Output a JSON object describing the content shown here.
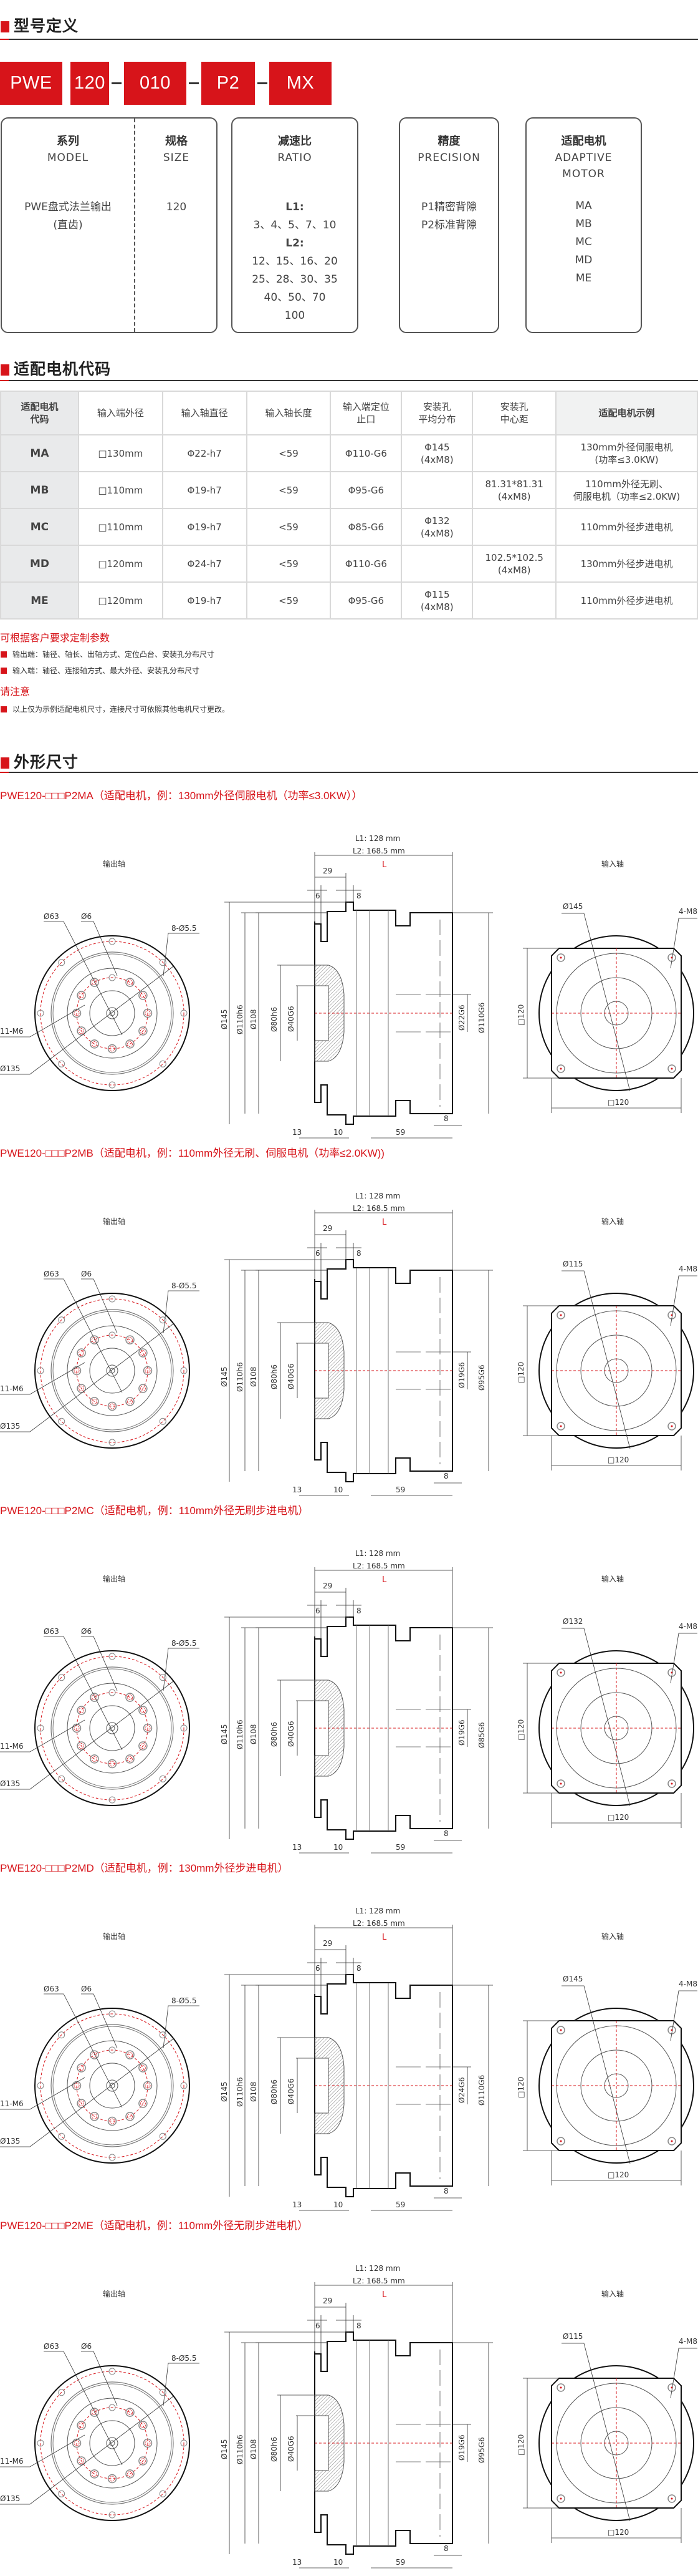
{
  "colors": {
    "accent": "#d7141a",
    "text": "#333333",
    "table_border": "#d9d9d9",
    "table_code_bg": "#e9eaeb"
  },
  "sections": {
    "model_definition": "型号定义",
    "motor_code": "适配电机代码",
    "dimensions": "外形尺寸"
  },
  "model_code": {
    "segments": [
      "PWE",
      "120",
      "010",
      "P2",
      "MX"
    ]
  },
  "definition_cards": [
    {
      "columns": [
        {
          "title_cn": "系列",
          "title_en": "MODEL",
          "lines": [
            "PWE盘式法兰输出",
            "(直齿)"
          ]
        },
        {
          "title_cn": "规格",
          "title_en": "SIZE",
          "lines": [
            "120"
          ]
        }
      ]
    },
    {
      "title_cn": "减速比",
      "title_en": "RATIO",
      "groups": [
        {
          "label": "L1:",
          "values": [
            "3、4、5、7、10"
          ]
        },
        {
          "label": "L2:",
          "values": [
            "12、15、16、20",
            "25、28、30、35",
            "40、50、70",
            "100"
          ]
        }
      ]
    },
    {
      "title_cn": "精度",
      "title_en": "PRECISION",
      "lines": [
        "P1精密背隙",
        "P2标准背隙"
      ]
    },
    {
      "title_cn": "适配电机",
      "title_en_lines": [
        "ADAPTIVE",
        "MOTOR"
      ],
      "lines": [
        "MA",
        "MB",
        "MC",
        "MD",
        "ME"
      ]
    }
  ],
  "motor_table": {
    "headers": [
      "适配电机\n代码",
      "输入端外径",
      "输入轴直径",
      "输入轴长度",
      "输入端定位\n止口",
      "安装孔\n平均分布",
      "安装孔\n中心距",
      "适配电机示例"
    ],
    "rows": [
      {
        "code": "MA",
        "outer": "□130mm",
        "shaft_d": "Φ22-h7",
        "shaft_l": "<59",
        "spigot": "Φ110-G6",
        "pcd": "Φ145\n(4xM8)",
        "center": "",
        "example": "130mm外径伺服电机\n(功率≤3.0KW)"
      },
      {
        "code": "MB",
        "outer": "□110mm",
        "shaft_d": "Φ19-h7",
        "shaft_l": "<59",
        "spigot": "Φ95-G6",
        "pcd": "",
        "center": "81.31*81.31\n(4xM8)",
        "example": "110mm外径无刷、\n伺服电机（功率≤2.0KW)"
      },
      {
        "code": "MC",
        "outer": "□110mm",
        "shaft_d": "Φ19-h7",
        "shaft_l": "<59",
        "spigot": "Φ85-G6",
        "pcd": "Φ132\n(4xM8)",
        "center": "",
        "example": "110mm外径步进电机"
      },
      {
        "code": "MD",
        "outer": "□120mm",
        "shaft_d": "Φ24-h7",
        "shaft_l": "<59",
        "spigot": "Φ110-G6",
        "pcd": "",
        "center": "102.5*102.5\n(4xM8)",
        "example": "130mm外径步进电机"
      },
      {
        "code": "ME",
        "outer": "□120mm",
        "shaft_d": "Φ19-h7",
        "shaft_l": "<59",
        "spigot": "Φ95-G6",
        "pcd": "Φ115\n(4xM8)",
        "center": "",
        "example": "110mm外径步进电机"
      }
    ]
  },
  "customization": {
    "title": "可根据客户要求定制参数",
    "items": [
      "输出端：轴径、轴长、出轴方式、定位凸台、安装孔分布尺寸",
      "输入端：轴径、连接轴方式、最大外径、安装孔分布尺寸"
    ]
  },
  "notice": {
    "title": "请注意",
    "items": [
      "以上仅为示例适配电机尺寸，连接尺寸可依照其他电机尺寸更改。"
    ]
  },
  "drawing_common": {
    "output_label": "输出轴",
    "input_label": "输入轴",
    "L1": "L1: 128 mm",
    "L2": "L2: 168.5 mm",
    "L": "L",
    "d63": "Ø63",
    "d6": "Ø6",
    "holes_out": "8-Ø5.5",
    "tapped": "11-M6",
    "d135": "Ø135",
    "d145": "Ø145",
    "d110h6": "Ø110h6",
    "d108": "Ø108",
    "d80h6": "Ø80h6",
    "d40G6": "Ø40G6",
    "dim29": "29",
    "dim6": "6",
    "dim8_top": "8",
    "dim13": "13",
    "dim10": "10",
    "dim59": "59",
    "dim8_bot": "8",
    "sq120_v": "□120",
    "sq120_h": "□120",
    "holes_in": "4-M8"
  },
  "drawings": [
    {
      "title": "PWE120-□□□P2MA（适配电机，例：130mm外径伺服电机（功率≤3.0KW））",
      "shaft": "Ø22G6",
      "spigot": "Ø110G6",
      "pcd": "Ø145"
    },
    {
      "title": "PWE120-□□□P2MB（适配电机，例：110mm外径无刷、伺服电机（功率≤2.0KW))",
      "shaft": "Ø19G6",
      "spigot": "Ø95G6",
      "pcd": "Ø115"
    },
    {
      "title": "PWE120-□□□P2MC（适配电机，例：110mm外径无刷步进电机）",
      "shaft": "Ø19G6",
      "spigot": "Ø85G6",
      "pcd": "Ø132"
    },
    {
      "title": "PWE120-□□□P2MD（适配电机，例：130mm外径步进电机）",
      "shaft": "Ø24G6",
      "spigot": "Ø110G6",
      "pcd": "Ø145"
    },
    {
      "title": "PWE120-□□□P2ME（适配电机，例：110mm外径无刷步进电机）",
      "shaft": "Ø19G6",
      "spigot": "Ø95G6",
      "pcd": "Ø115"
    }
  ]
}
